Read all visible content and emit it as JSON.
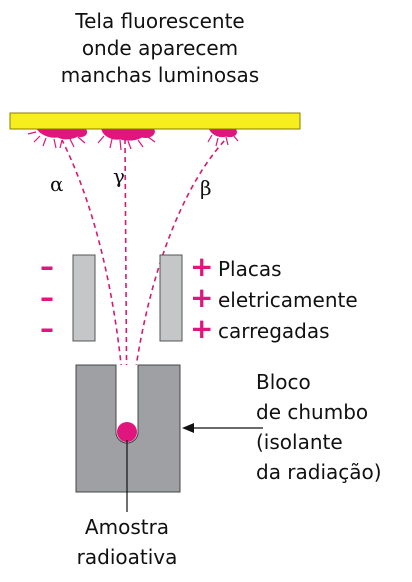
{
  "screen_title": {
    "lines": [
      "Tela fluorescente",
      "onde aparecem",
      "manchas luminosas"
    ]
  },
  "rays": {
    "alpha": "α",
    "gamma": "γ",
    "beta": "β"
  },
  "plates": {
    "negative_sign": "–",
    "positive_sign": "+",
    "lines": [
      "Placas",
      "eletricamente",
      "carregadas"
    ]
  },
  "block": {
    "lines": [
      "Bloco",
      "de chumbo",
      "(isolante",
      "da radiação)"
    ]
  },
  "sample": {
    "lines": [
      "Amostra",
      "radioativa"
    ]
  },
  "colors": {
    "screen": "#f7ee1d",
    "screen_border": "#8a7c00",
    "spots": "#e0157d",
    "rays": "#d81a6e",
    "plates": "#c4c6c8",
    "block": "#9ea0a3",
    "signs": "#e0157d"
  }
}
